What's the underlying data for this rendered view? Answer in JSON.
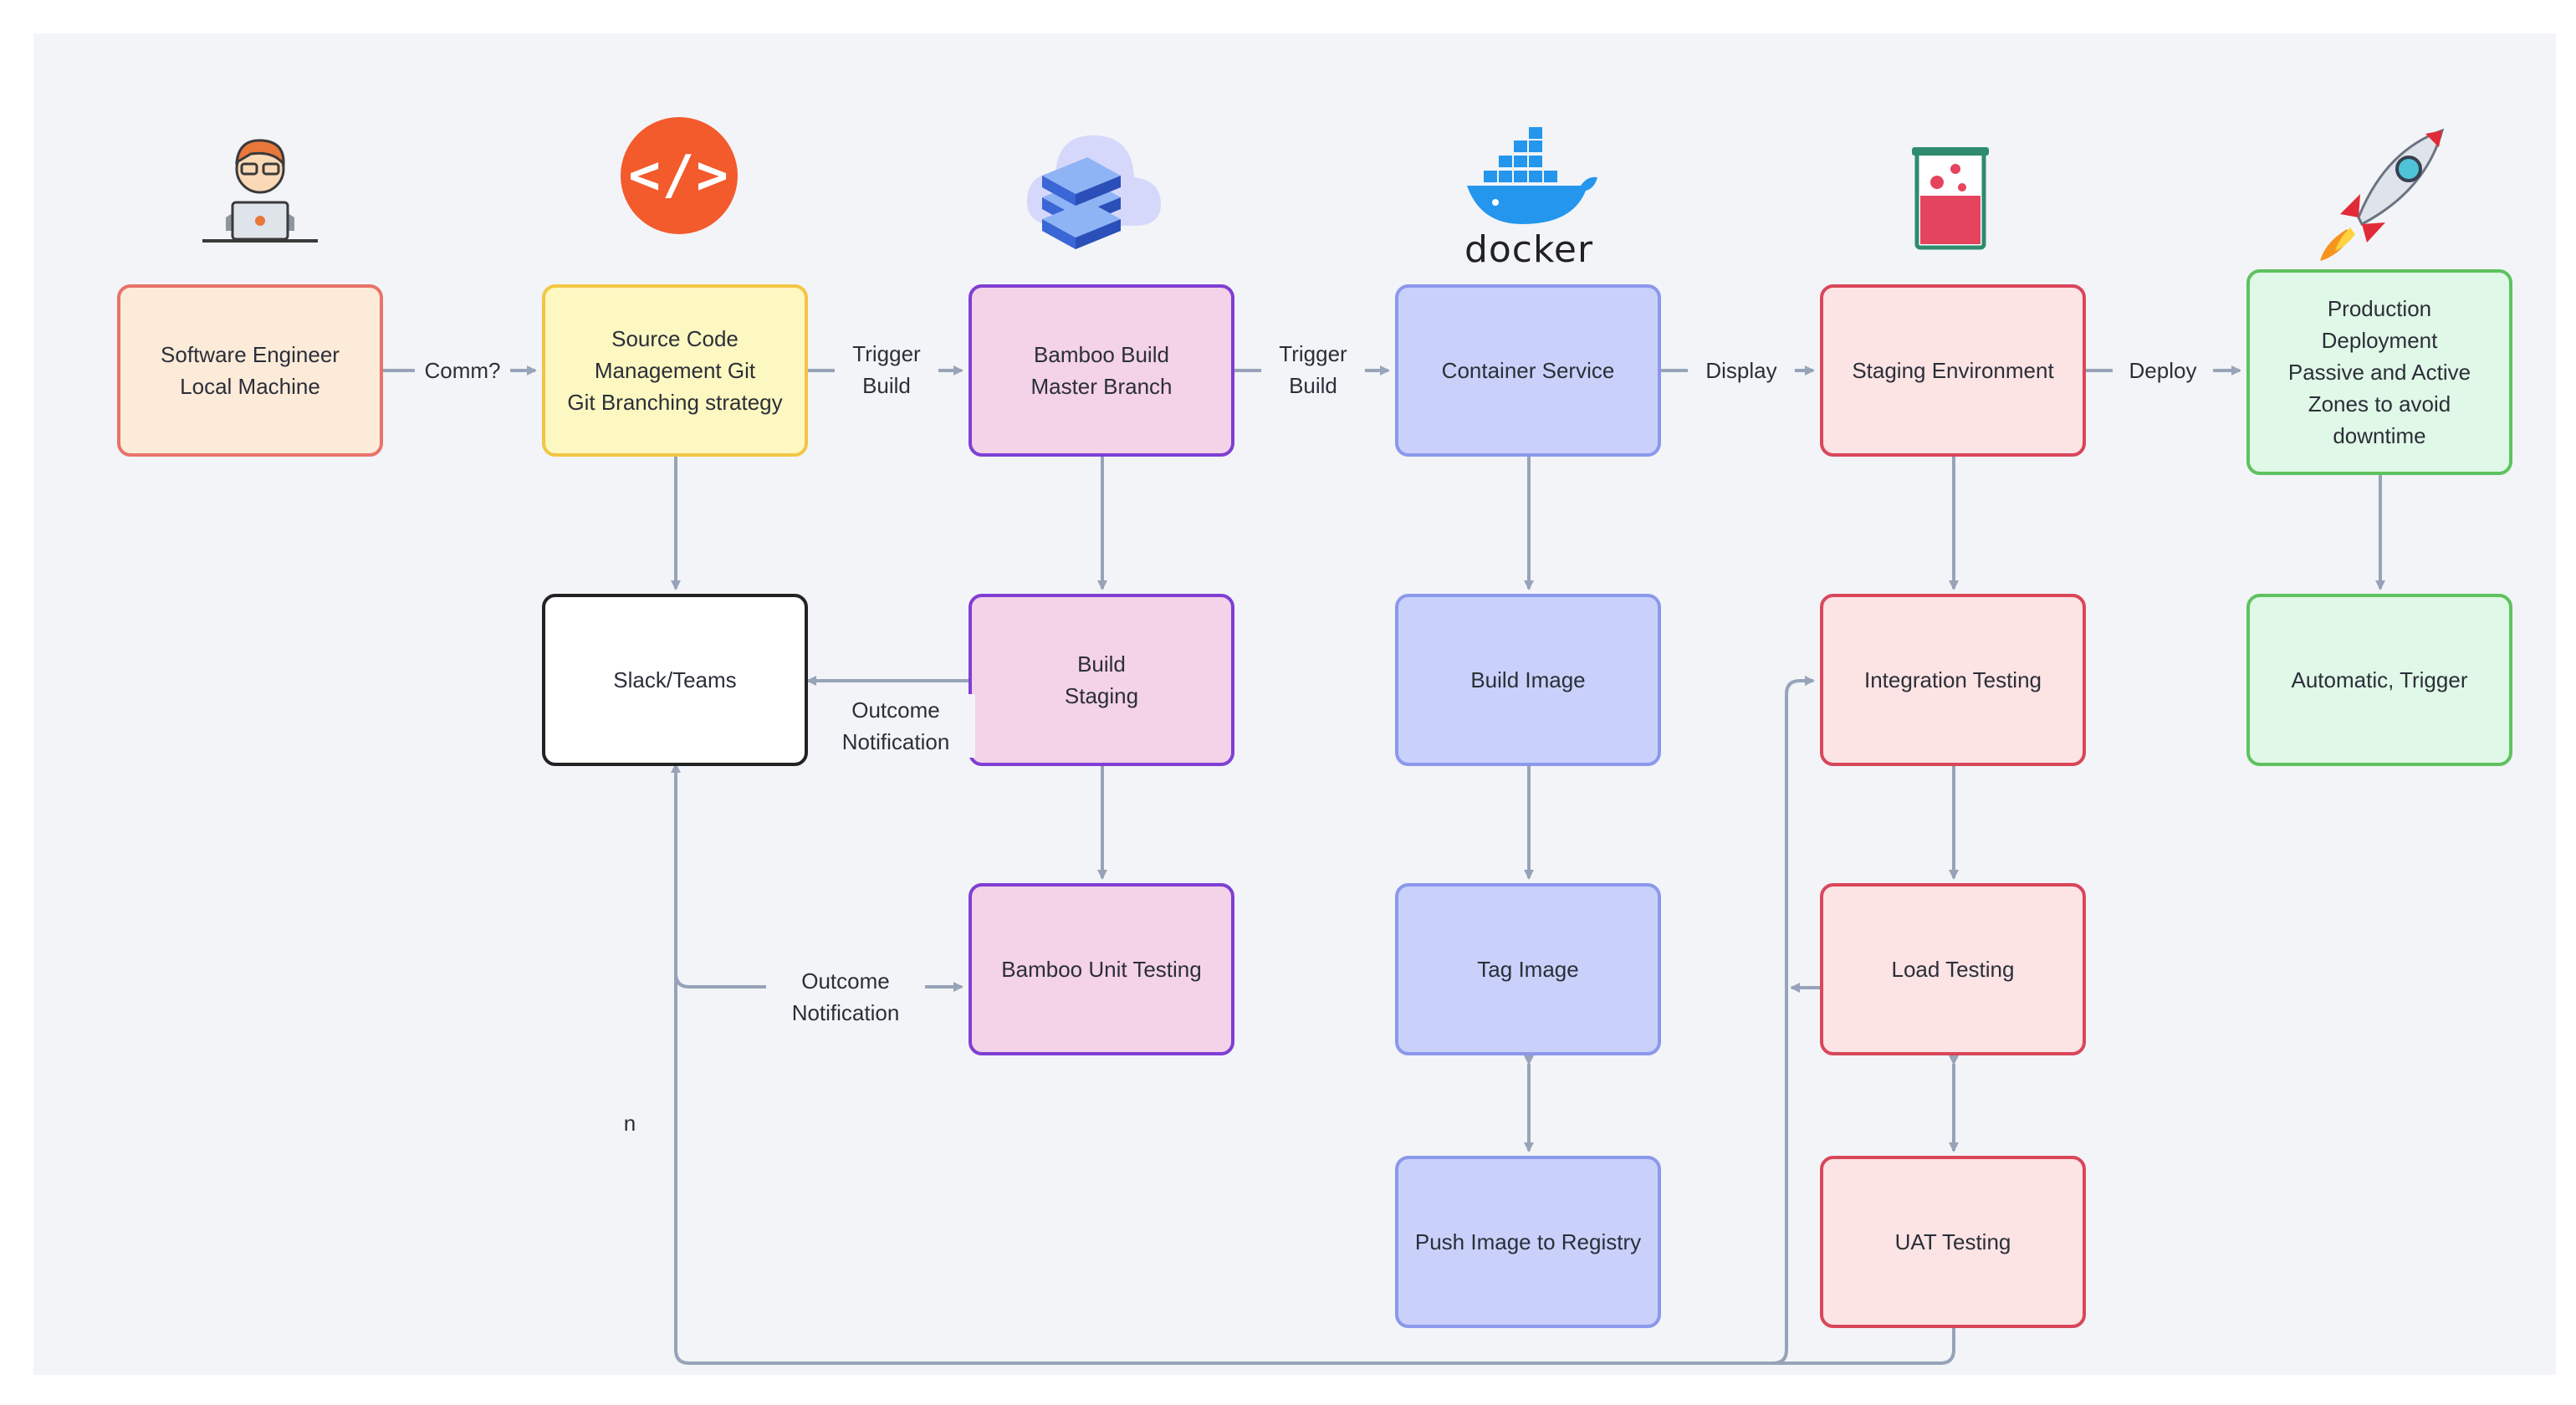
{
  "nodes": {
    "software_engineer": "Software Engineer\nLocal Machine",
    "source_code": "Source Code\nManagement Git\nGit Branching strategy",
    "bamboo_build": "Bamboo Build\nMaster Branch",
    "container_service": "Container Service",
    "staging_environment": "Staging Environment",
    "production_deployment": "Production\nDeployment\nPassive and Active\nZones to avoid\ndowntime",
    "slack_teams": "Slack/Teams",
    "build_staging": "Build\nStaging",
    "build_image": "Build Image",
    "integration_testing": "Integration Testing",
    "automatic_trigger": "Automatic, Trigger",
    "bamboo_unit_testing": "Bamboo Unit Testing",
    "tag_image": "Tag Image",
    "load_testing": "Load Testing",
    "push_image": "Push Image to Registry",
    "uat_testing": "UAT Testing"
  },
  "edge_labels": {
    "comm": "Comm?",
    "trigger_build_1": "Trigger\nBuild",
    "trigger_build_2": "Trigger\nBuild",
    "display": "Display",
    "deploy": "Deploy",
    "outcome_notification_1": "Outcome\nNotification",
    "outcome_notification_2": "Outcome\nNotification",
    "stray": "n"
  },
  "icons": {
    "docker_text": "docker",
    "code_symbol": "</>"
  },
  "colors": {
    "orange_fill": "#fdebd9",
    "orange_border": "#e8736b",
    "yellow_fill": "#fdf7c1",
    "yellow_border": "#f2c643",
    "purple_fill": "#f4d2e8",
    "purple_border": "#7f3fd4",
    "blue_fill": "#c9d1fb",
    "blue_border": "#8b98eb",
    "red_fill": "#fce3e4",
    "red_border": "#d9465a",
    "green_fill": "#e0f8e7",
    "green_border": "#5ec25f",
    "black_border": "#222222",
    "edge": "#97a3b8"
  }
}
